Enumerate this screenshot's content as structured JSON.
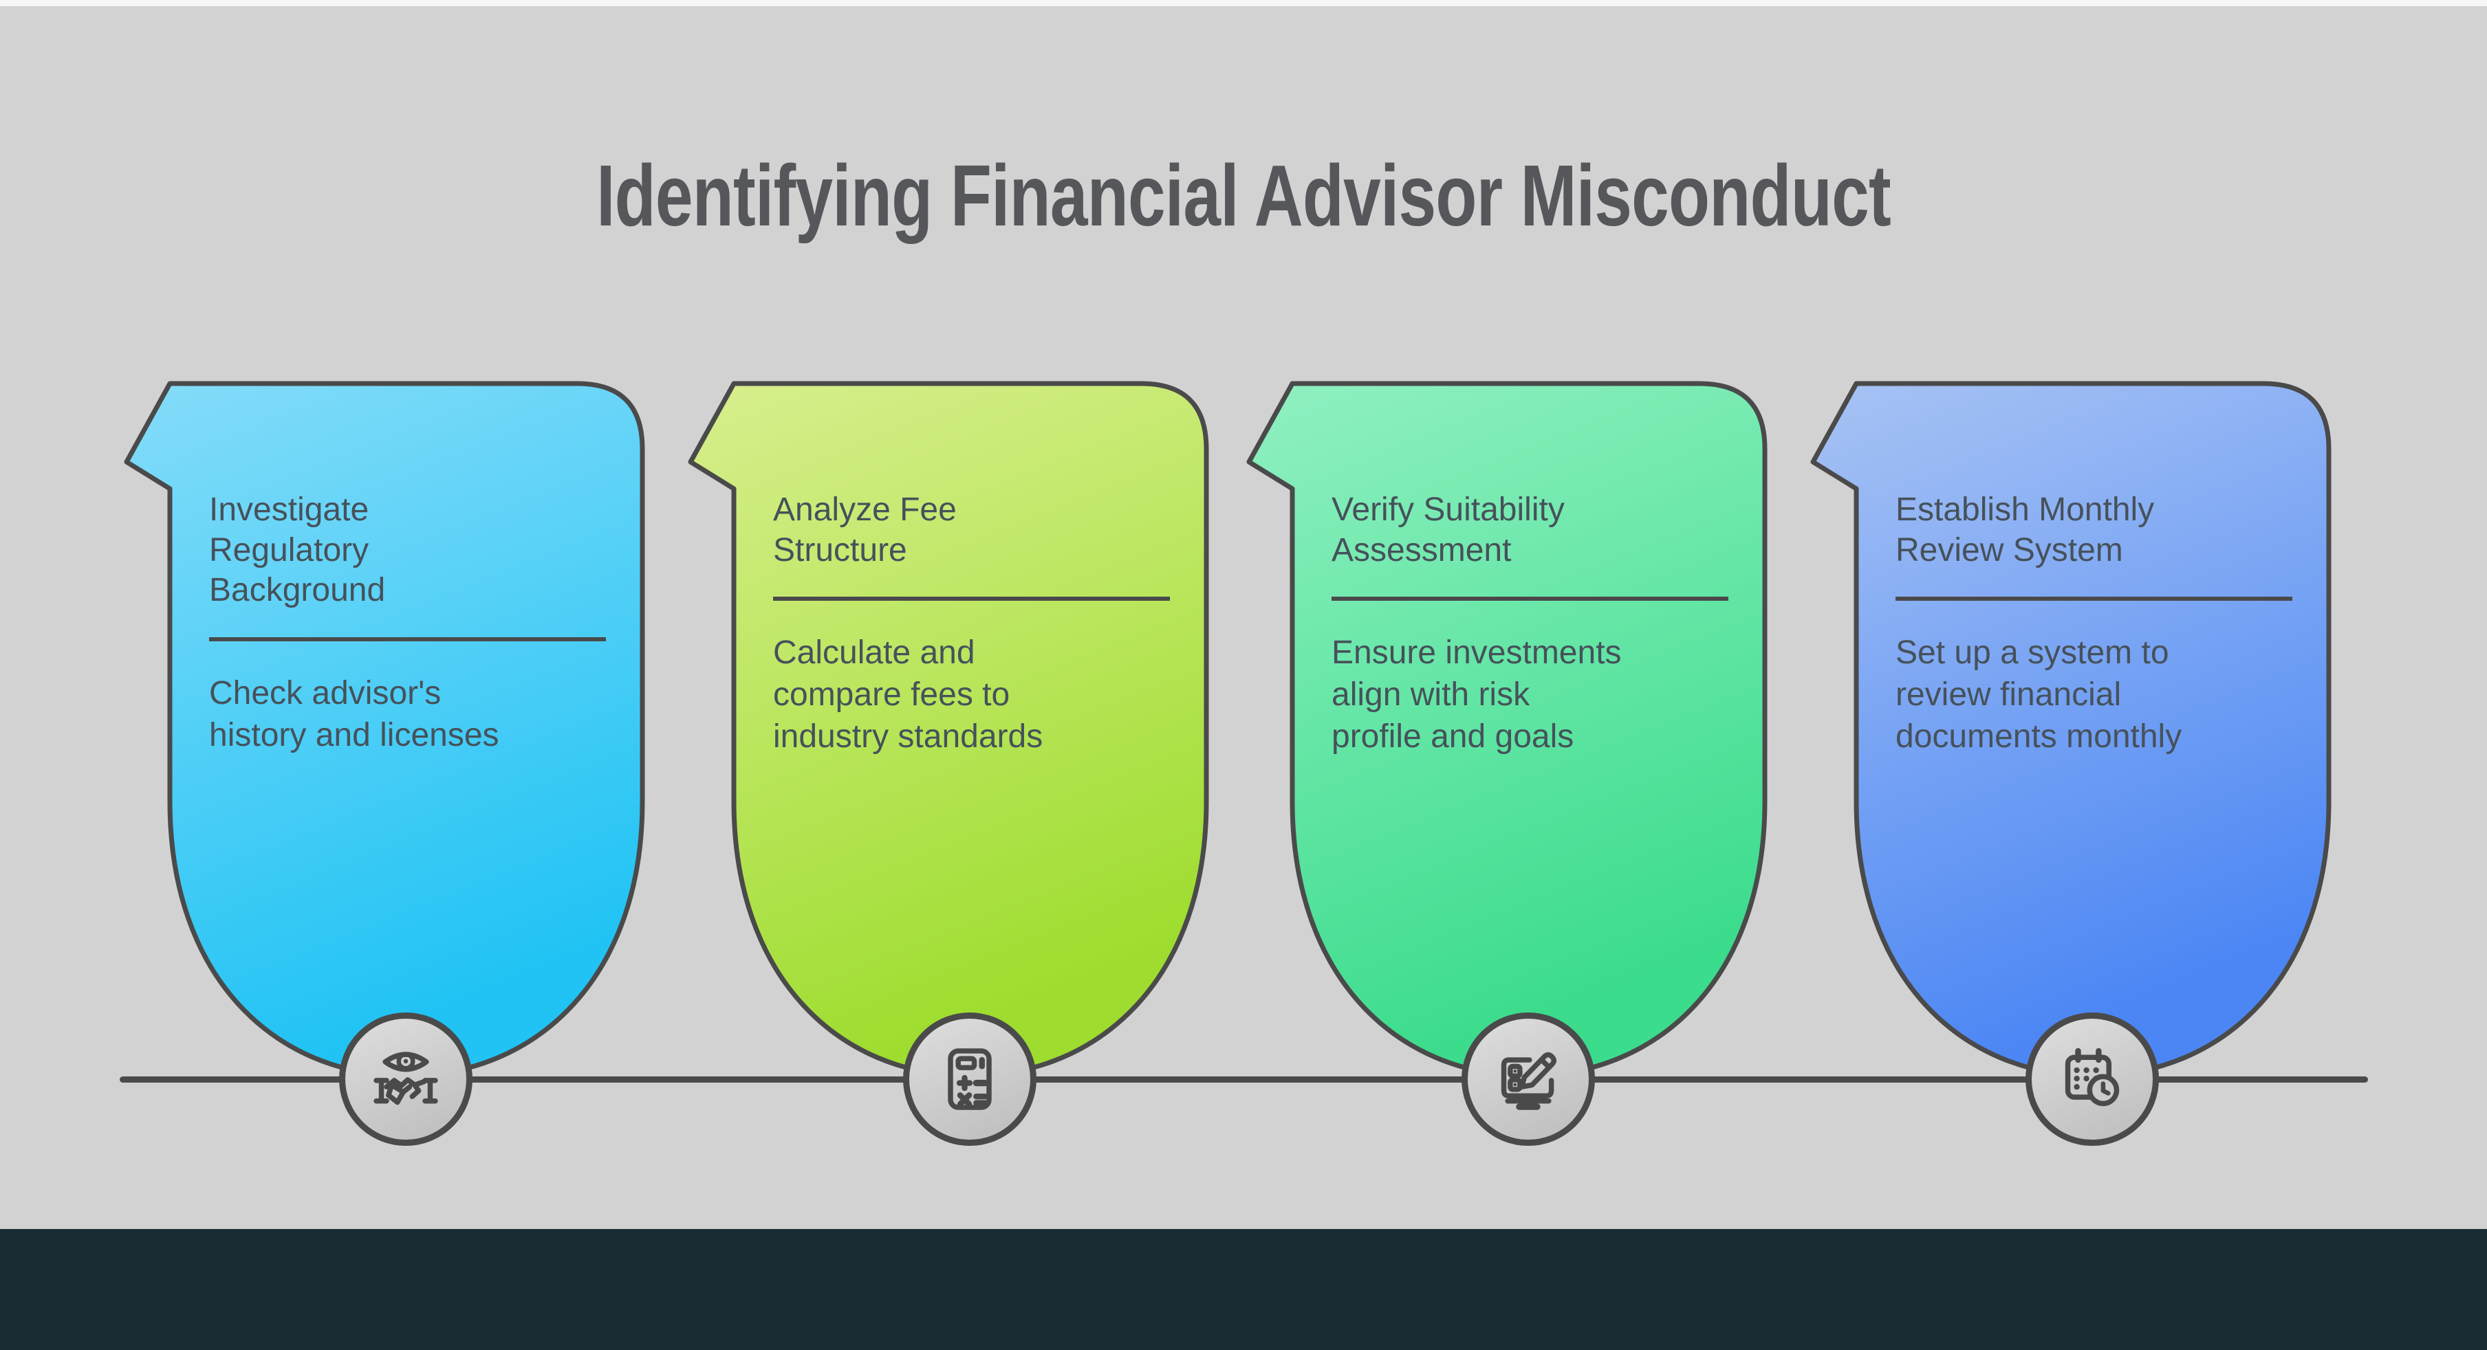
{
  "page": {
    "title": "Identifying Financial Advisor Misconduct",
    "background_color": "#d2d2d2",
    "top_strip_color": "#f7f7f7",
    "footer_color": "#1a2b33",
    "line_color": "#4a4a4a",
    "border_color": "#4a4a4a",
    "text_color": "#46515a"
  },
  "steps": [
    {
      "heading": "Investigate\nRegulatory\nBackground",
      "description": "Check advisor's\nhistory and licenses",
      "icon": "eye-handshake-icon",
      "color_top": "#85dcf9",
      "color_bottom": "#20c3f4"
    },
    {
      "heading": "Analyze Fee\nStructure",
      "description": "Calculate and\ncompare fees to\nindustry standards",
      "icon": "calculator-icon",
      "color_top": "#d8ef8e",
      "color_bottom": "#9edd2f"
    },
    {
      "heading": "Verify Suitability\nAssessment",
      "description": "Ensure investments\nalign with risk\nprofile and goals",
      "icon": "form-pencil-icon",
      "color_top": "#90f0c1",
      "color_bottom": "#3bdc8c"
    },
    {
      "heading": "Establish Monthly\nReview System",
      "description": "Set up a system to\nreview financial\ndocuments monthly",
      "icon": "calendar-clock-icon",
      "color_top": "#a8c3f4",
      "color_bottom": "#4b86f4"
    }
  ]
}
